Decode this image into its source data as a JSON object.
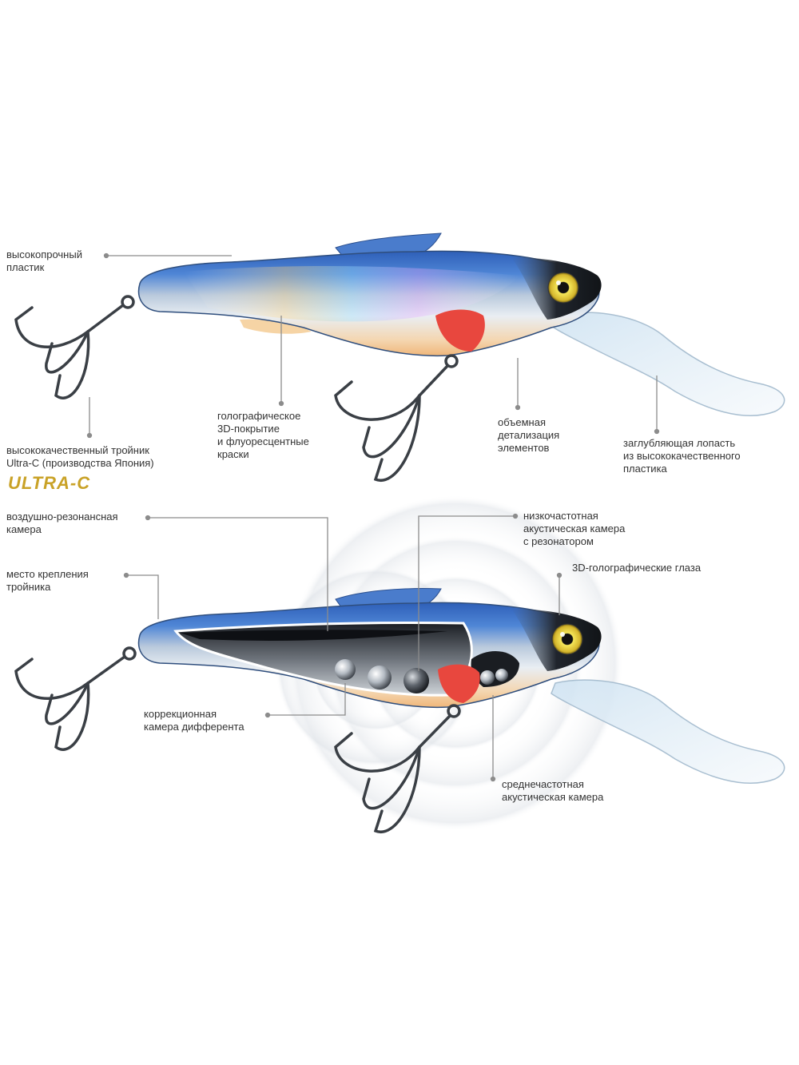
{
  "labels": {
    "plastic": [
      "высокопрочный",
      "пластик"
    ],
    "hook_quality": [
      "высококачественный тройник",
      "Ultra-C (производства Япония)"
    ],
    "holo_coating": [
      "голографическое",
      "3D-покрытие",
      "и флуоресцентные",
      "краски"
    ],
    "detail": [
      "объемная",
      "детализация",
      "элементов"
    ],
    "lip": [
      "заглубляющая лопасть",
      "из высококачественного",
      "пластика"
    ],
    "air_chamber": [
      "воздушно-резонансная",
      "камера"
    ],
    "low_freq": [
      "низкочастотная",
      "акустическая камера",
      "с резонатором"
    ],
    "hook_mount": [
      "место крепления",
      "тройника"
    ],
    "eyes": [
      "3D-голографические глаза"
    ],
    "trim": [
      "коррекционная",
      "камера дифферента"
    ],
    "mid_freq": [
      "среднечастотная",
      "акустическая камера"
    ]
  },
  "logo": "ULTRA-C",
  "colors": {
    "back_blue": "#3b6fc4",
    "belly_silver": "#e8ecf0",
    "fin_red": "#e8473e",
    "belly_orange": "#f2c48a",
    "eye_yellow": "#e8d44a",
    "leader_line": "#8c8c8c",
    "logo_gold": "#c9a227"
  }
}
